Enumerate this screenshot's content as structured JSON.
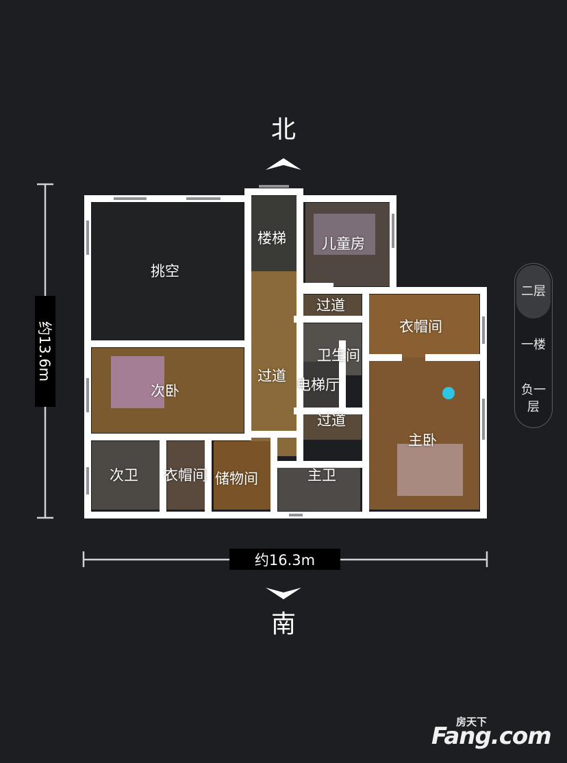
{
  "compass": {
    "north": "北",
    "south": "南"
  },
  "dimensions": {
    "width": "约16.3m",
    "height": "约13.6m"
  },
  "rooms": {
    "tiaokong": "挑空",
    "louti": "楼梯",
    "ertongfang": "儿童房",
    "guodao_top": "过道",
    "yimaojian_master": "衣帽间",
    "weishengjian": "卫生间",
    "ciwo": "次卧",
    "guodao_mid": "过道",
    "diantiting": "电梯厅",
    "guodao_low": "过道",
    "zhuwo": "主卧",
    "ciwei": "次卫",
    "yimaojian_second": "衣帽间",
    "chuwujian": "储物间",
    "zhuwei": "主卫"
  },
  "floors": {
    "current": "二层",
    "first": "一楼",
    "basement": "负一层"
  },
  "watermark": {
    "small": "房天下",
    "big": "Fang.com"
  },
  "colors": {
    "background": "#1c1e21",
    "wall": "#ffffff",
    "floor_wood": "#8a6a3a",
    "dark_room": "#202224",
    "marker": "#2fc6e6"
  }
}
